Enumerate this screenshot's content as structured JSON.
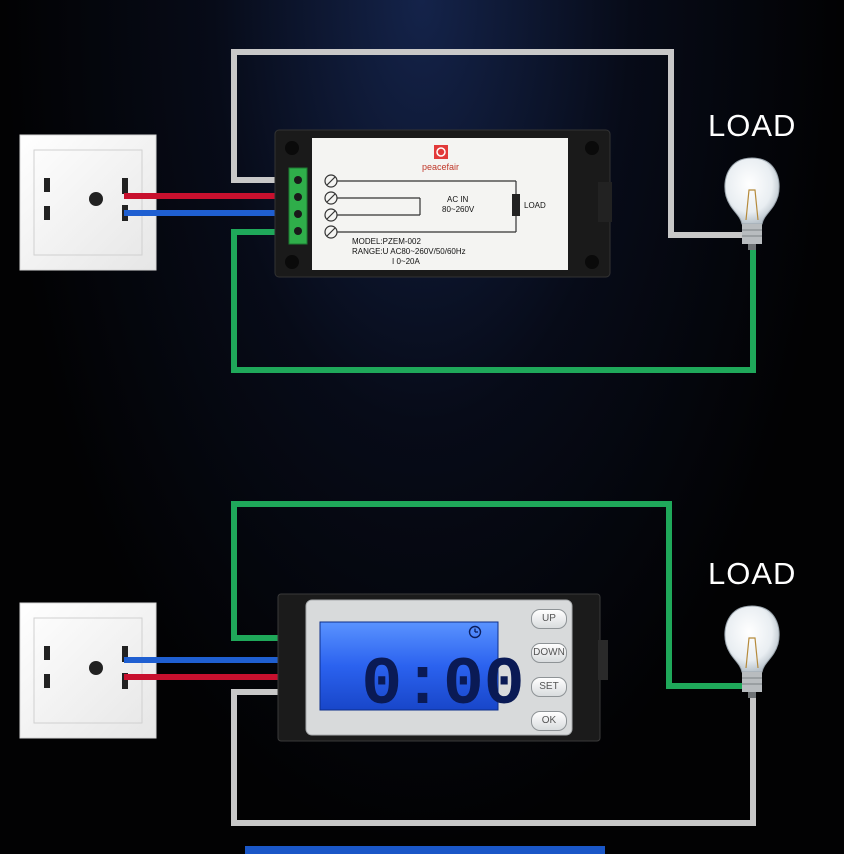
{
  "top": {
    "load_label": "LOAD",
    "meter": {
      "brand": "peacefair",
      "ac_in": "AC IN",
      "ac_range": "80~260V",
      "load": "LOAD",
      "model": "MODEL:PZEM-002",
      "range_u": "RANGE:U  AC80~260V/50/60Hz",
      "range_i": "I  0~20A"
    }
  },
  "bottom": {
    "load_label": "LOAD",
    "display_value": "0:00",
    "buttons": [
      "UP",
      "DOWN",
      "SET",
      "OK"
    ]
  },
  "colors": {
    "live": "#c8102e",
    "neutral": "#1f5fd1",
    "green": "#1fa85a",
    "grey": "#c8c8c8",
    "lcd": "#2f6cf0",
    "accent_bar": "#1a57c8"
  }
}
